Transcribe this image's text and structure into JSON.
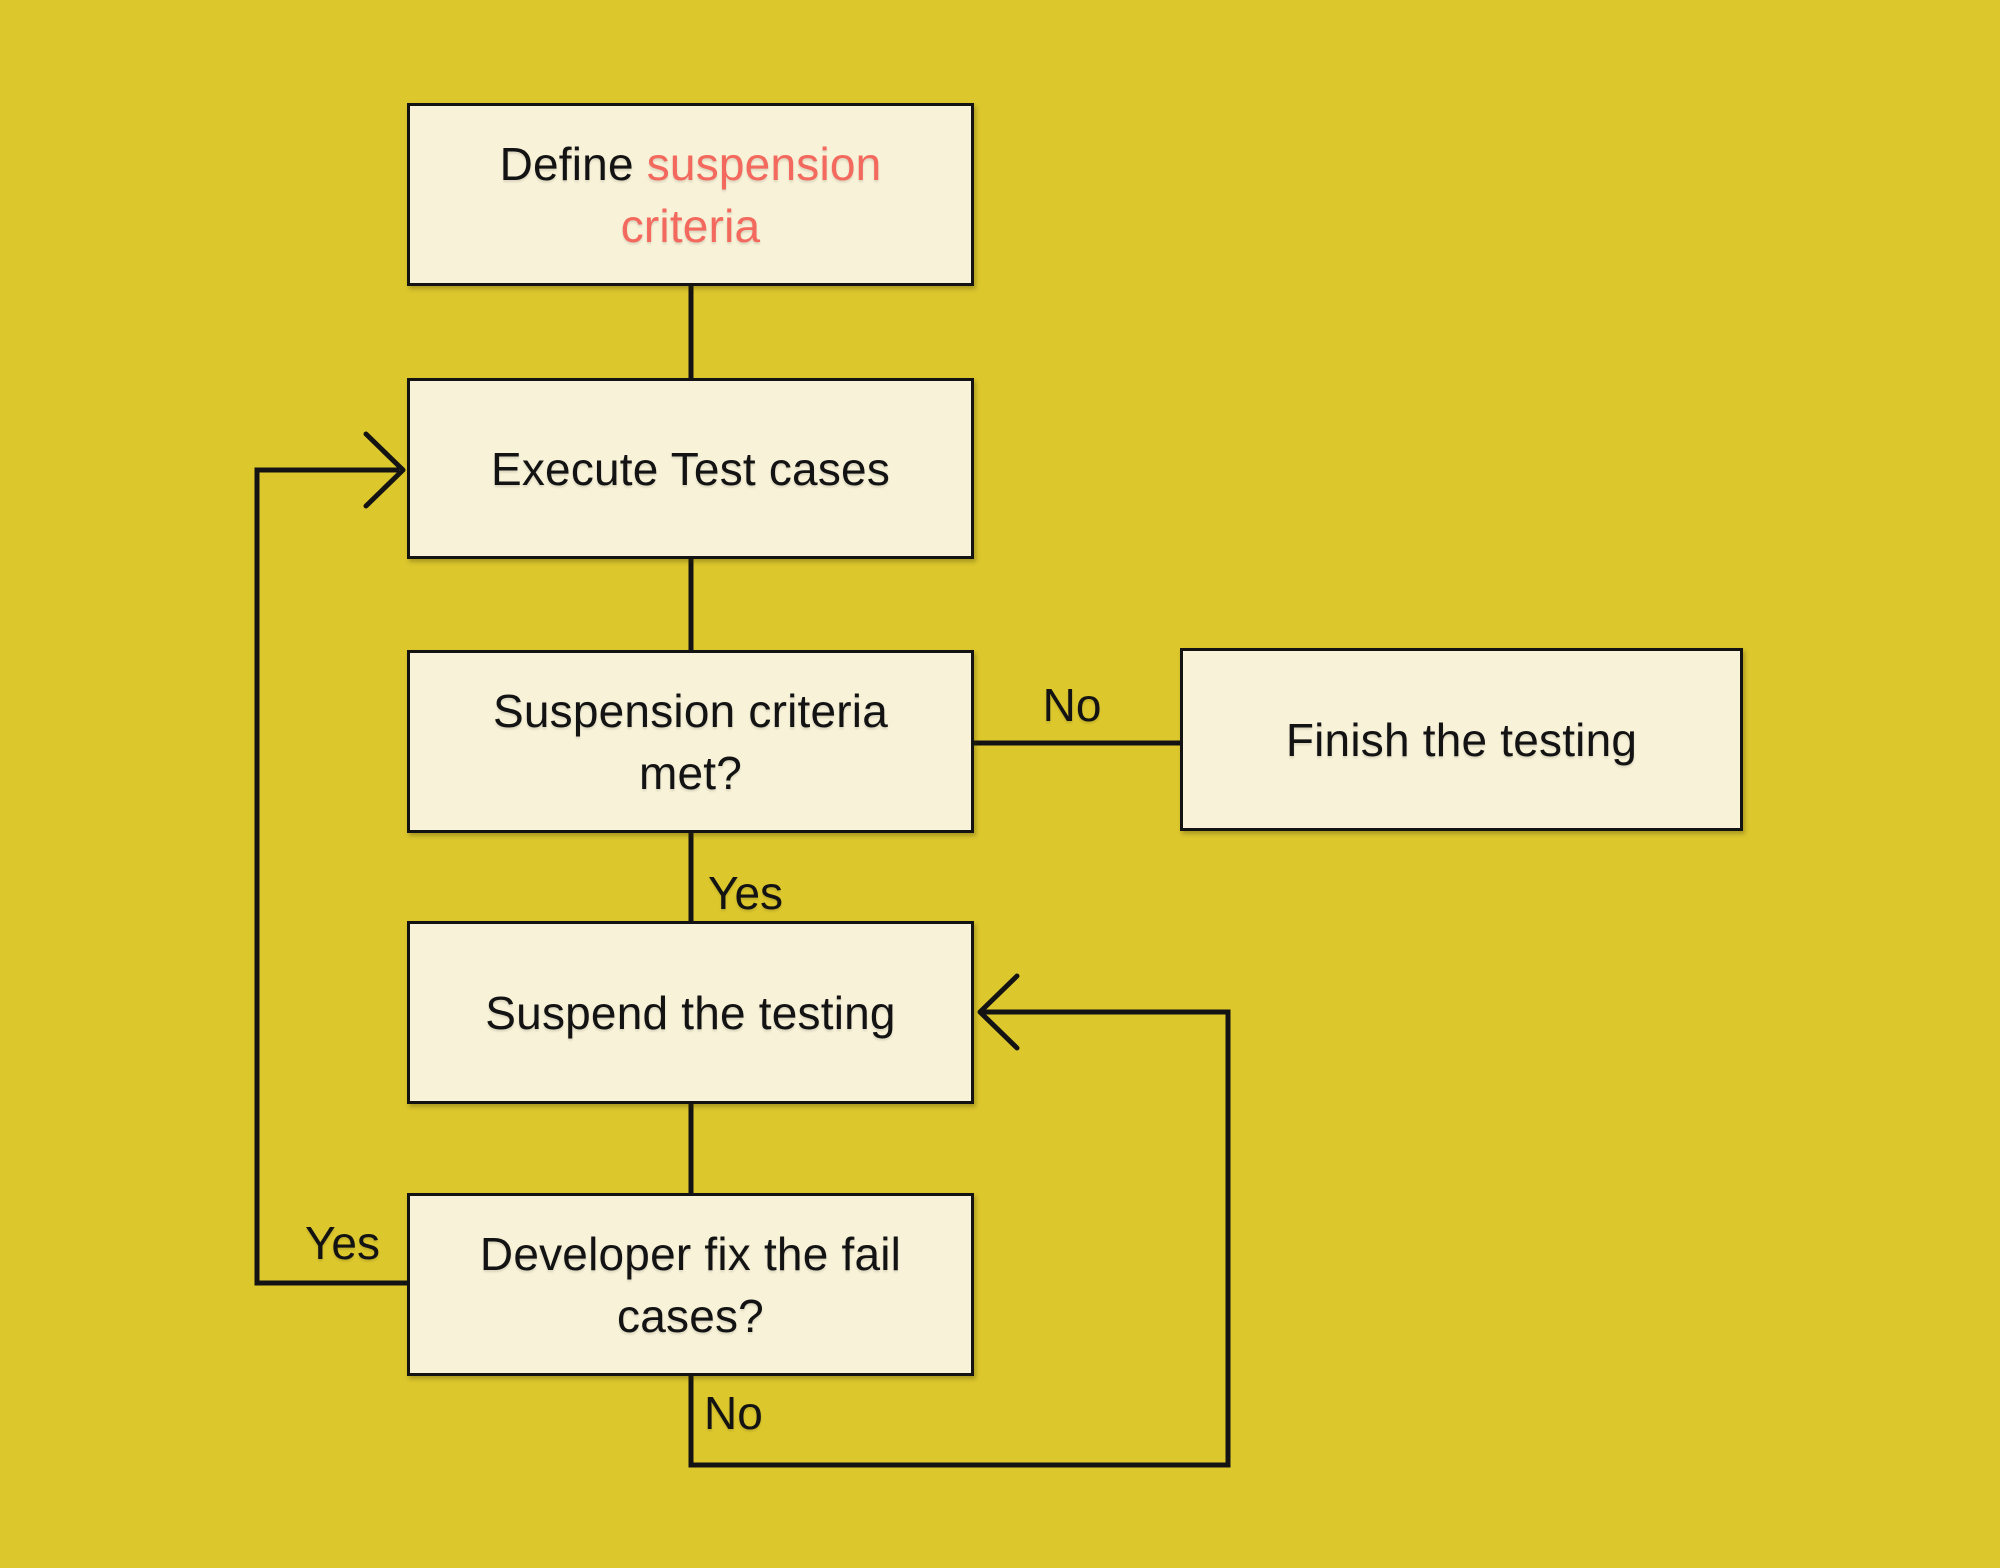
{
  "diagram": {
    "type": "flowchart",
    "colors": {
      "background": "#dcc72d",
      "node_fill": "#f8f2d8",
      "node_border": "#131313",
      "line": "#131313",
      "text": "#131313",
      "accent_text": "#f4695e"
    },
    "nodes": {
      "define": {
        "text_black": "Define ",
        "text_accent": "suspension criteria"
      },
      "execute": {
        "label": "Execute Test cases"
      },
      "criteria_met": {
        "label": "Suspension criteria met?"
      },
      "finish": {
        "label": "Finish the testing"
      },
      "suspend": {
        "label": "Suspend the testing"
      },
      "developer_fix": {
        "label": "Developer fix the fail cases?"
      }
    },
    "edges": {
      "define_to_execute": {
        "label": ""
      },
      "execute_to_criteria_met": {
        "label": ""
      },
      "criteria_met_to_finish": {
        "label": "No"
      },
      "criteria_met_to_suspend": {
        "label": "Yes"
      },
      "suspend_to_developer_fix": {
        "label": ""
      },
      "developer_fix_to_execute": {
        "label": "Yes"
      },
      "developer_fix_to_suspend": {
        "label": "No"
      }
    }
  }
}
